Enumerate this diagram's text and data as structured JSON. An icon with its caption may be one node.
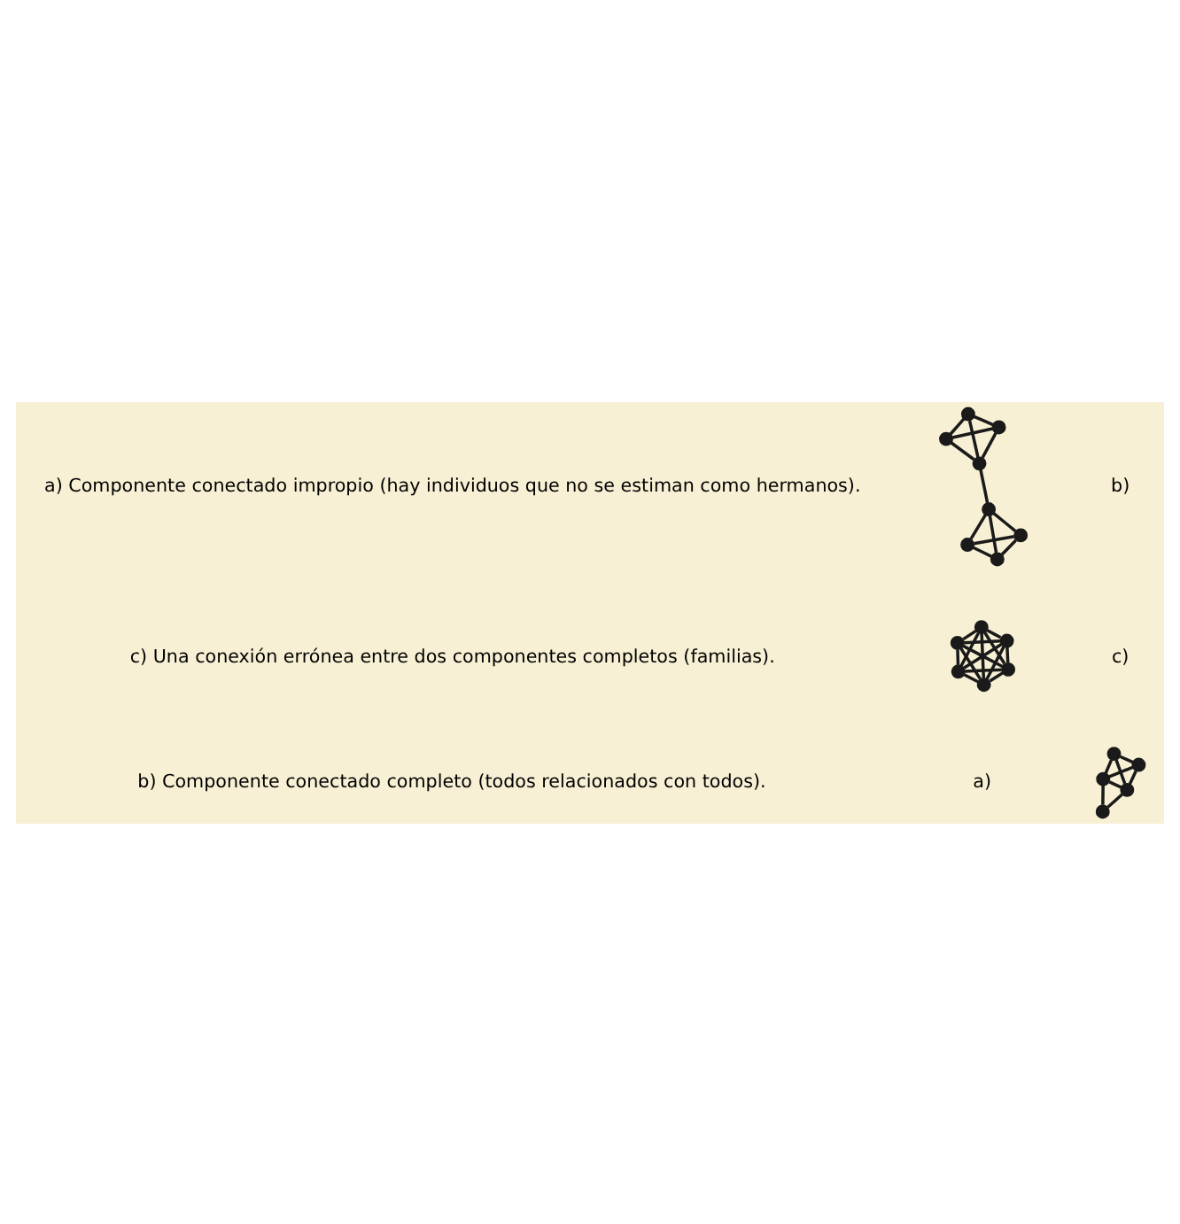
{
  "diagram": {
    "nodes": [
      {
        "text": [],
        "shape": "circle"
      },
      {
        "text": [],
        "shape": "circle"
      },
      {
        "text": [],
        "shape": "circle"
      },
      {
        "text": [],
        "shape": "circle"
      },
      {
        "text": [],
        "shape": "circle"
      },
      {
        "text": [],
        "shape": "circle"
      },
      {
        "text": [],
        "shape": "circle"
      },
      {
        "text": [],
        "shape": "circle"
      },
      {
        "text": [],
        "shape": "circle"
      },
      {
        "text": [],
        "shape": "circle"
      },
      {
        "text": [],
        "shape": "circle"
      },
      {
        "text": [],
        "shape": "circle"
      },
      {
        "text": [],
        "shape": "circle"
      },
      {
        "text": [],
        "shape": "circle"
      },
      {
        "text": [],
        "shape": "circle"
      },
      {
        "text": [],
        "shape": "circle"
      },
      {
        "text": [],
        "shape": "circle"
      },
      {
        "text": [],
        "shape": "circle"
      },
      {
        "text": [],
        "shape": "circle"
      }
    ],
    "edges": [
      {
        "from": 0,
        "to": 1,
        "arrow": "none"
      },
      {
        "from": 0,
        "to": 2,
        "arrow": "none"
      },
      {
        "from": 1,
        "to": 2,
        "arrow": "none"
      },
      {
        "from": 1,
        "to": 3,
        "arrow": "none"
      },
      {
        "from": 2,
        "to": 4,
        "arrow": "none"
      },
      {
        "from": 3,
        "to": 4,
        "arrow": "none"
      },
      {
        "from": 1,
        "to": 4,
        "arrow": "none"
      },
      {
        "from": 2,
        "to": 3,
        "arrow": "none"
      },
      {
        "from": 5,
        "to": 6,
        "arrow": "none"
      },
      {
        "from": 5,
        "to": 7,
        "arrow": "none"
      },
      {
        "from": 5,
        "to": 8,
        "arrow": "none"
      },
      {
        "from": 5,
        "to": 9,
        "arrow": "none"
      },
      {
        "from": 5,
        "to": 10,
        "arrow": "none"
      },
      {
        "from": 6,
        "to": 7,
        "arrow": "none"
      },
      {
        "from": 6,
        "to": 8,
        "arrow": "none"
      },
      {
        "from": 6,
        "to": 9,
        "arrow": "none"
      },
      {
        "from": 6,
        "to": 10,
        "arrow": "none"
      },
      {
        "from": 7,
        "to": 8,
        "arrow": "none"
      },
      {
        "from": 7,
        "to": 9,
        "arrow": "none"
      },
      {
        "from": 7,
        "to": 10,
        "arrow": "none"
      },
      {
        "from": 8,
        "to": 9,
        "arrow": "none"
      },
      {
        "from": 8,
        "to": 10,
        "arrow": "none"
      },
      {
        "from": 9,
        "to": 10,
        "arrow": "none"
      },
      {
        "from": 11,
        "to": 12,
        "arrow": "none"
      },
      {
        "from": 11,
        "to": 13,
        "arrow": "none"
      },
      {
        "from": 11,
        "to": 14,
        "arrow": "none"
      },
      {
        "from": 12,
        "to": 13,
        "arrow": "none"
      },
      {
        "from": 12,
        "to": 14,
        "arrow": "none"
      },
      {
        "from": 13,
        "to": 14,
        "arrow": "none"
      },
      {
        "from": 13,
        "to": 15,
        "arrow": "none"
      },
      {
        "from": 15,
        "to": 16,
        "arrow": "none"
      },
      {
        "from": 15,
        "to": 17,
        "arrow": "none"
      },
      {
        "from": 15,
        "to": 18,
        "arrow": "none"
      },
      {
        "from": 16,
        "to": 17,
        "arrow": "none"
      },
      {
        "from": 16,
        "to": 18,
        "arrow": "none"
      },
      {
        "from": 17,
        "to": 18,
        "arrow": "none"
      }
    ],
    "labels": [
      "a)",
      "b)",
      "c)",
      "a) Componente conectado impropio (hay individuos que no se estiman como hermanos).",
      "b) Componente conectado completo (todos relacionados con todos).",
      "c) Una conexión errónea entre dos componentes completos (familias)."
    ]
  }
}
